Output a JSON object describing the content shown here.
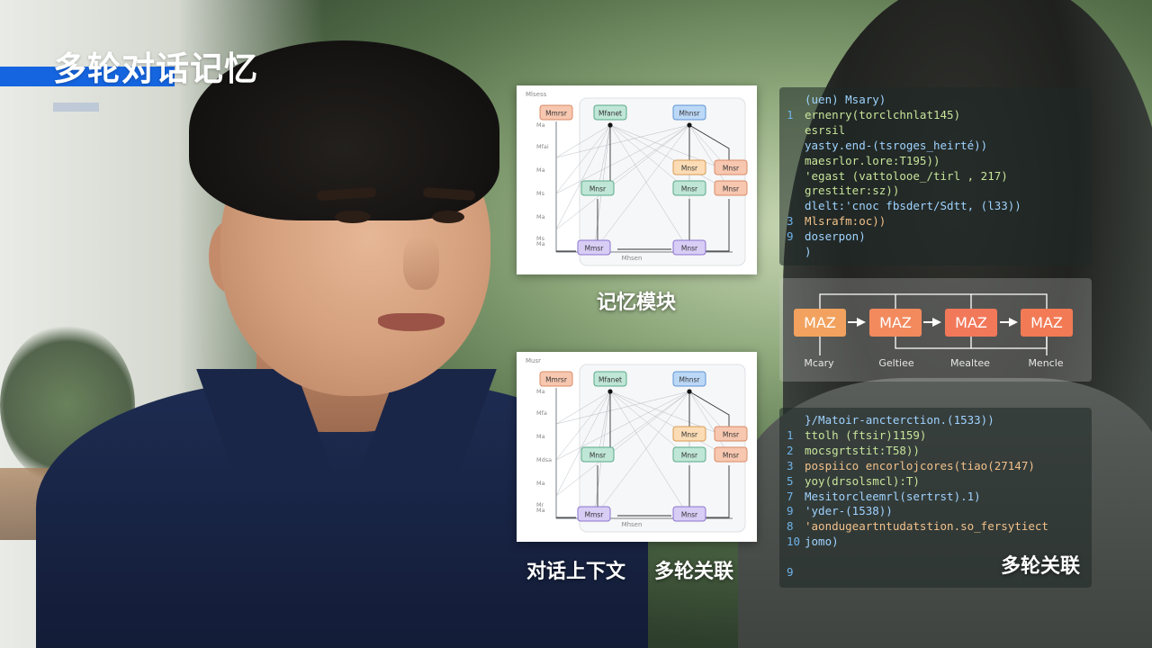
{
  "slide": {
    "title": "多轮对话记忆",
    "accent_color": "#1565e0"
  },
  "cards": [
    {
      "label": "记忆模块",
      "top_label": "Mlsess",
      "nodes": [
        "Mmrsr",
        "Mfanet",
        "Mhnsr",
        "Mnsr",
        "Mnsr",
        "Mnsr",
        "Mnsr",
        "Mnsr",
        "Mmsr",
        "Mnsr"
      ],
      "axis_labels": [
        "Ma",
        "Mfai",
        "Ma",
        "Ms",
        "Ma",
        "Ms",
        "Ma"
      ],
      "bottom_caption": "Mhsen"
    },
    {
      "label": "对话上下文",
      "top_label": "Musr",
      "nodes": [
        "Mmrsr",
        "Mfanet",
        "Mhnsr",
        "Mnsr",
        "Mnsr",
        "Mnsr",
        "Mnsr",
        "Mnsr",
        "Mmsr",
        "Mnsr"
      ],
      "axis_labels": [
        "Ma",
        "Mfa",
        "Ma",
        "Mdsa",
        "Ma",
        "Mr",
        "Ma"
      ],
      "bottom_caption": "Mhsen"
    }
  ],
  "card2_extra_label": "多轮关联",
  "code_top": [
    {
      "ln": "",
      "text": "(uen) Msary)",
      "cls": "c2"
    },
    {
      "ln": "1",
      "text": "ernenry(torclchnlat145)",
      "cls": "c1"
    },
    {
      "ln": "",
      "text": "esrsil",
      "cls": "c1"
    },
    {
      "ln": "",
      "text": "yasty.end-(tsroges_heirté))",
      "cls": "c2"
    },
    {
      "ln": "",
      "text": "maesrlor.lore:T195))",
      "cls": "c1"
    },
    {
      "ln": "",
      "text": "'egast (vattolooe_/tirl , 217)",
      "cls": "c1"
    },
    {
      "ln": "",
      "text": "grestiter:sz))",
      "cls": "c1"
    },
    {
      "ln": "",
      "text": "dlelt:'cnoc fbsdert/Sdtt, (l33))",
      "cls": "c2"
    },
    {
      "ln": "3",
      "text": "Mlsrafm:oc))",
      "cls": "c3"
    },
    {
      "ln": "9",
      "text": "doserpon)",
      "cls": "c2"
    },
    {
      "ln": "",
      "text": ")",
      "cls": "c2"
    }
  ],
  "flow": {
    "boxes": [
      "MAZ",
      "MAZ",
      "MAZ",
      "MAZ"
    ],
    "captions": [
      "Mcary",
      "Geltiee",
      "Mealtee",
      "Mencle"
    ],
    "colors": [
      "#f2a25e",
      "#f28a5e",
      "#f2785a",
      "#f27a55"
    ]
  },
  "code_bottom": [
    {
      "ln": "",
      "text": "}/Matoir-ancterction.(1533))",
      "cls": "c2"
    },
    {
      "ln": "1",
      "text": "ttolh (ftsir)1159)",
      "cls": "c1"
    },
    {
      "ln": "2",
      "text": "mocsgrtstit:T58))",
      "cls": "c1"
    },
    {
      "ln": "3",
      "text": "pospiico encorlojcores(tiao(27147)",
      "cls": "c3"
    },
    {
      "ln": "5",
      "text": "yoy(drsolsmcl):T)",
      "cls": "c1"
    },
    {
      "ln": "7",
      "text": "Mesitorcleemrl(sertrst).1)",
      "cls": "c2"
    },
    {
      "ln": "9",
      "text": "'yder-(1538))",
      "cls": "c2"
    },
    {
      "ln": "8",
      "text": "'aondugeartntudatstion.so_fersytiect",
      "cls": "c3"
    },
    {
      "ln": "10",
      "text": "jomo)",
      "cls": "c2"
    },
    {
      "ln": "",
      "text": "",
      "cls": "c2"
    },
    {
      "ln": "9",
      "text": "",
      "cls": "c2"
    }
  ],
  "bottom_right_label": "多轮关联"
}
